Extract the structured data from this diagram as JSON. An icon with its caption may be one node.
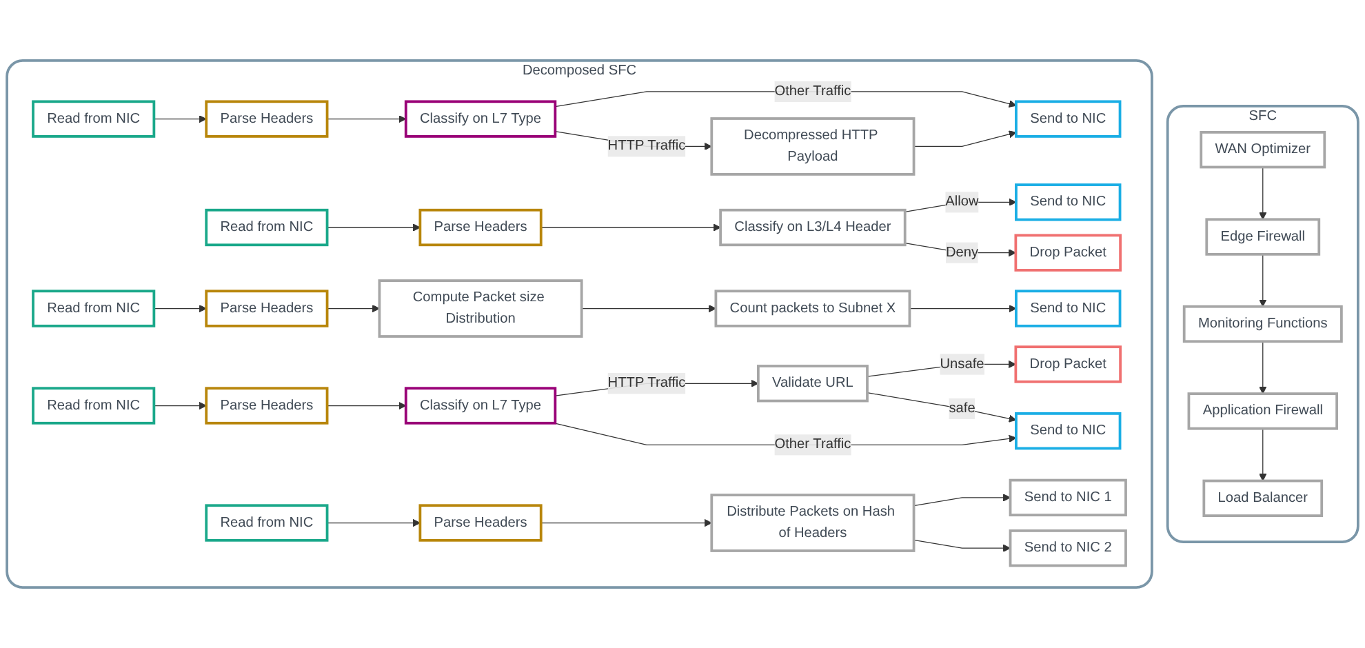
{
  "diagram": {
    "nodes": [
      {
        "text": [
          "SFC"
        ]
      },
      {
        "text": [
          "WAN Optimizer"
        ],
        "in": 0
      },
      {
        "text": [
          "Edge Firewall"
        ],
        "in": 0
      },
      {
        "text": [
          "Monitoring Functions"
        ],
        "in": 0
      },
      {
        "text": [
          "Application Firewall"
        ],
        "in": 0
      },
      {
        "text": [
          "Load Balancer"
        ],
        "in": 0
      },
      {
        "text": [
          "Decomposed SFC"
        ]
      },
      {
        "text": [
          "Read from NIC"
        ],
        "in": 6
      },
      {
        "text": [
          "Parse Headers"
        ],
        "in": 6
      },
      {
        "text": [
          "Classify on L7 Type"
        ],
        "in": 6
      },
      {
        "text": [
          "Decompressed HTTP Payload"
        ],
        "in": 6
      },
      {
        "text": [
          "Send to NIC"
        ],
        "in": 6
      },
      {
        "text": [
          "Read from NIC"
        ],
        "in": 6
      },
      {
        "text": [
          "Parse Headers"
        ],
        "in": 6
      },
      {
        "text": [
          "Classify on L3/L4 Header"
        ],
        "in": 6
      },
      {
        "text": [
          "Send to NIC"
        ],
        "in": 6
      },
      {
        "text": [
          "Drop Packet"
        ],
        "in": 6
      },
      {
        "text": [
          "Read from NIC"
        ],
        "in": 6
      },
      {
        "text": [
          "Parse Headers"
        ],
        "in": 6
      },
      {
        "text": [
          "Compute Packet size Distribution"
        ],
        "in": 6
      },
      {
        "text": [
          "Count packets to Subnet X"
        ],
        "in": 6
      },
      {
        "text": [
          "Send to NIC"
        ],
        "in": 6
      },
      {
        "text": [
          "Read from NIC"
        ],
        "in": 6
      },
      {
        "text": [
          "Parse Headers"
        ],
        "in": 6
      },
      {
        "text": [
          "Classify on L7 Type"
        ],
        "in": 6
      },
      {
        "text": [
          "Validate URL"
        ],
        "in": 6
      },
      {
        "text": [
          "Drop Packet"
        ],
        "in": 6
      },
      {
        "text": [
          "Send to NIC"
        ],
        "in": 6
      },
      {
        "text": [
          "Read from NIC"
        ],
        "in": 6
      },
      {
        "text": [
          "Parse Headers"
        ],
        "in": 6
      },
      {
        "text": [
          "Distribute Packets on Hash of Headers"
        ],
        "in": 6
      },
      {
        "text": [
          "Send to NIC 1"
        ],
        "in": 6
      },
      {
        "text": [
          "Send to NIC 2"
        ],
        "in": 6
      }
    ],
    "edges": [
      {
        "from": 1,
        "to": 2,
        "arrow": "to"
      },
      {
        "from": 2,
        "to": 3,
        "arrow": "to"
      },
      {
        "from": 3,
        "to": 4,
        "arrow": "to"
      },
      {
        "from": 4,
        "to": 5,
        "arrow": "to"
      },
      {
        "from": 7,
        "to": 8,
        "arrow": "to"
      },
      {
        "from": 8,
        "to": 9,
        "arrow": "to"
      },
      {
        "from": 9,
        "to": 10,
        "arrow": "to",
        "label": "HTTP Traffic"
      },
      {
        "from": 9,
        "to": 11,
        "arrow": "to",
        "label": "Other Traffic"
      },
      {
        "from": 10,
        "to": 11,
        "arrow": "to"
      },
      {
        "from": 12,
        "to": 13,
        "arrow": "to"
      },
      {
        "from": 13,
        "to": 14,
        "arrow": "to"
      },
      {
        "from": 14,
        "to": 15,
        "arrow": "to",
        "label": "Allow"
      },
      {
        "from": 14,
        "to": 16,
        "arrow": "to",
        "label": "Deny"
      },
      {
        "from": 17,
        "to": 18,
        "arrow": "to"
      },
      {
        "from": 18,
        "to": 19,
        "arrow": "to"
      },
      {
        "from": 19,
        "to": 20,
        "arrow": "to"
      },
      {
        "from": 20,
        "to": 21,
        "arrow": "to"
      },
      {
        "from": 22,
        "to": 23,
        "arrow": "to"
      },
      {
        "from": 23,
        "to": 24,
        "arrow": "to"
      },
      {
        "from": 24,
        "to": 25,
        "arrow": "to",
        "label": "HTTP Traffic"
      },
      {
        "from": 25,
        "to": 26,
        "arrow": "to",
        "label": "Unsafe"
      },
      {
        "from": 25,
        "to": 27,
        "arrow": "to",
        "label": "safe"
      },
      {
        "from": 24,
        "to": 27,
        "arrow": "to",
        "label": "Other Traffic"
      },
      {
        "from": 28,
        "to": 29,
        "arrow": "to"
      },
      {
        "from": 29,
        "to": 30,
        "arrow": "to"
      },
      {
        "from": 30,
        "to": 31,
        "arrow": "to"
      },
      {
        "from": 30,
        "to": 32,
        "arrow": "to"
      }
    ]
  }
}
